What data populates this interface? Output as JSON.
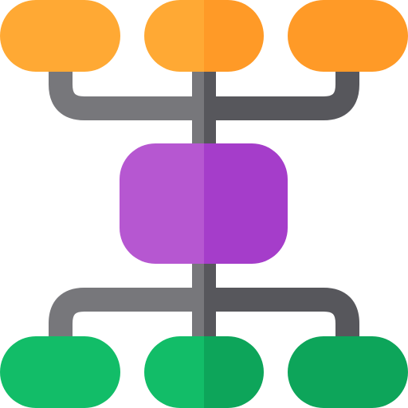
{
  "icon": {
    "name": "hierarchy-structure-icon",
    "palette": {
      "top_light": "#FFA934",
      "top_dark": "#FF9A27",
      "center_light": "#B657D1",
      "center_dark": "#A53DCA",
      "bottom_light": "#12BD68",
      "bottom_dark": "#0DA55A",
      "connector_light": "#77777B",
      "connector_dark": "#57575C"
    },
    "nodes": {
      "top": [
        "top-left-node",
        "top-center-node",
        "top-right-node"
      ],
      "center": "center-node",
      "bottom": [
        "bottom-left-node",
        "bottom-center-node",
        "bottom-right-node"
      ]
    }
  }
}
